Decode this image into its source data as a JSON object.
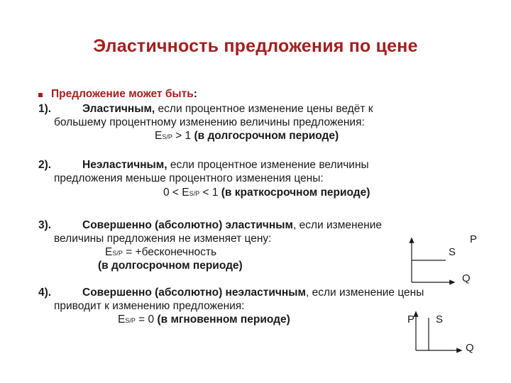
{
  "title": "Эластичность предложения по цене",
  "intro": {
    "bullet_icon": "square-bullet-icon",
    "lead": "Предложение может быть",
    "colon": ":"
  },
  "items": [
    {
      "number": "1).",
      "term": "Эластичным,",
      "line1_rest": " если процентное изменение цены ведёт к",
      "line2": "большему процентному изменению величины предложения:",
      "formula_e": "E",
      "formula_sub": "S/P",
      "formula_rest": " > 1 ",
      "formula_period": "(в долгосрочном периоде)"
    },
    {
      "number": "2).",
      "term": "Неэластичным,",
      "line1_rest": " если процентное изменение величины",
      "line2": "предложения меньше процентного изменения цены:",
      "formula_prefix": "0 < ",
      "formula_e": "E",
      "formula_sub": "S/P",
      "formula_rest": " < 1 ",
      "formula_period": "(в краткосрочном периоде)"
    },
    {
      "number": "3).",
      "term": "Совершенно (абсолютно) эластичным",
      "line1_rest": ", если изменение",
      "line2": "величины предложения не изменяет цену:",
      "formula_e": "E",
      "formula_sub": "S/P",
      "formula_rest": " = +бесконечность",
      "formula_period": "(в долгосрочном периоде)"
    },
    {
      "number": "4).",
      "term": "Совершенно (абсолютно) неэластичным",
      "line1_rest": ", если изменение цены",
      "line2": "приводит к изменению предложения:",
      "formula_e": "E",
      "formula_sub": "S/P",
      "formula_rest": " = 0 ",
      "formula_period": "(в мгновенном периоде)"
    }
  ],
  "graph_elastic": {
    "p_label": "P",
    "s_label": "S",
    "q_label": "Q"
  },
  "graph_inelastic": {
    "p_label": "P",
    "s_label": "S",
    "q_label": "Q"
  }
}
